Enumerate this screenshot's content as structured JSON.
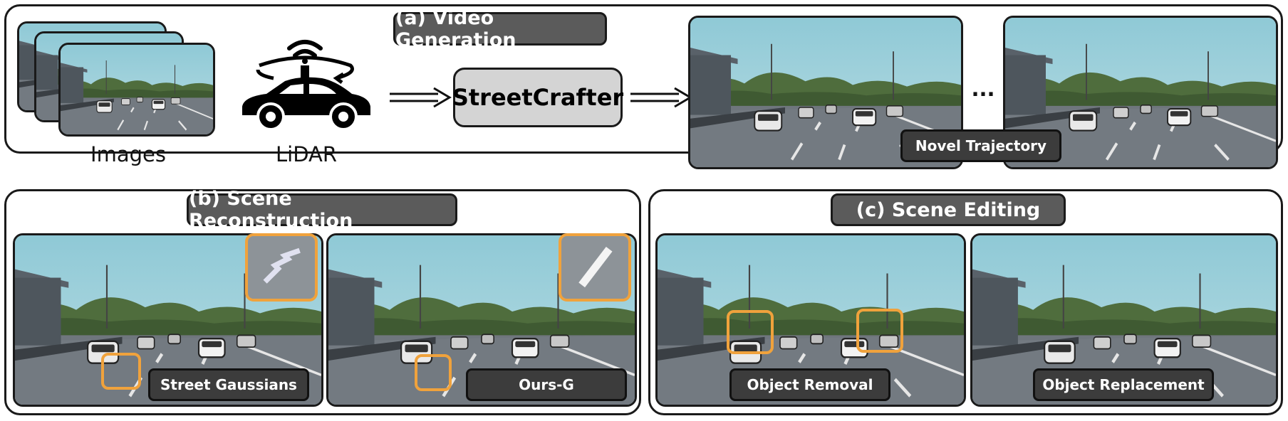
{
  "panel_a": {
    "title": "(a) Video Generation",
    "images_label": "Images",
    "lidar_label": "LiDAR",
    "model_label": "StreetCrafter",
    "ellipsis": "...",
    "novel_tag": "Novel Trajectory"
  },
  "panel_b": {
    "title": "(b) Scene Reconstruction",
    "left_tag": "Street Gaussians",
    "right_tag": "Ours-G"
  },
  "panel_c": {
    "title": "(c) Scene Editing",
    "left_tag": "Object Removal",
    "right_tag": "Object Replacement"
  },
  "colors": {
    "highlight": "#f0a23c",
    "pill": "#5b5b5b",
    "tag": "#3c3c3c"
  }
}
